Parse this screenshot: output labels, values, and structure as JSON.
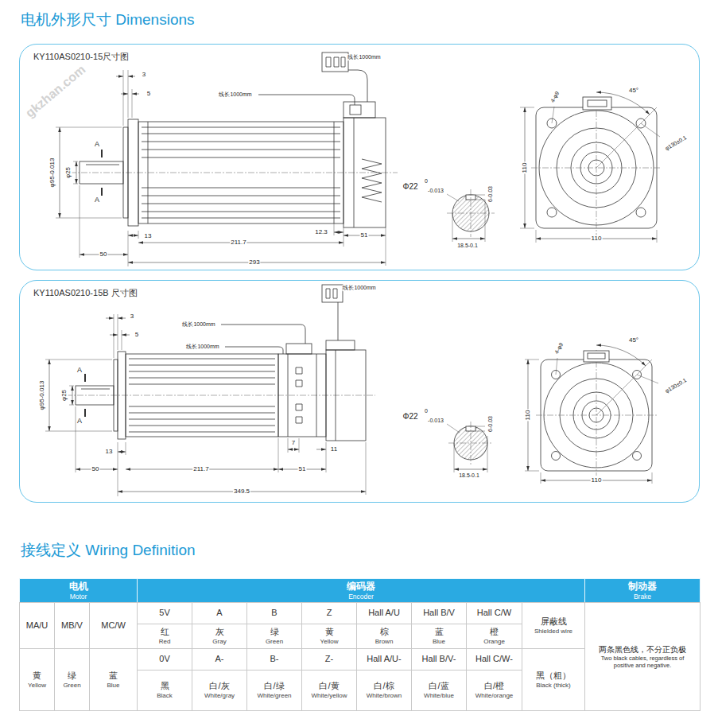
{
  "diagram": {
    "title": "电机外形尺寸 Dimensions",
    "nodes": [
      {
        "text": [
          "KY110AS0210-15尺寸图"
        ]
      },
      {
        "text": [
          "KY110AS0210-15B 尺寸图"
        ]
      }
    ],
    "labels": [
      "接线定义 Wiring Definition",
      "3",
      "5",
      "A",
      "A",
      "φ25",
      "φ95-0.013",
      "线长1000mm",
      "线长1000mm",
      "13",
      "211.7",
      "12.3",
      "51",
      "50",
      "293",
      "Φ22",
      "0",
      "-0.013",
      "6-0.03",
      "18.5-0.1",
      "4-φ9",
      "45°",
      "φ130±0.1",
      "110",
      "110",
      "3",
      "5",
      "A",
      "A",
      "φ25",
      "φ95-0.013",
      "线长1000mm",
      "线长1000mm",
      "线长1000mm",
      "13",
      "211.7",
      "7",
      "11",
      "51",
      "50",
      "349.5",
      "Φ22",
      "0",
      "-0.013",
      "6-0.03",
      "18.5-0.1",
      "4-φ9",
      "45°",
      "φ130±0.1",
      "110",
      "110",
      "gkzhan.com",
      "gkzhan.com",
      "电机",
      "Motor",
      "编码器",
      "Encoder",
      "制动器",
      "Brake",
      "MA/U",
      "MB/V",
      "MC/W",
      "5V",
      "A",
      "B",
      "Z",
      "Hall A/U",
      "Hall B/V",
      "Hall C/W",
      "屏蔽线",
      "Shielded wire",
      "两条黑色线，不分正负极",
      "Two black cables, regardless of positive and negative.",
      "红",
      "Red",
      "灰",
      "Gray",
      "绿",
      "Green",
      "黄",
      "Yellow",
      "棕",
      "Brown",
      "蓝",
      "Blue",
      "橙",
      "Orange",
      "黄",
      "Yellow",
      "绿",
      "Green",
      "蓝",
      "Blue",
      "0V",
      "A-",
      "B-",
      "Z-",
      "Hall A/U-",
      "Hall B/V-",
      "Hall C/W-",
      "黑（粗）",
      "Black (thick)",
      "黑",
      "Black",
      "白/灰",
      "White/gray",
      "白/绿",
      "White/green",
      "白/黄",
      "White/yellow",
      "白/棕",
      "White/brown",
      "白/蓝",
      "White/blue",
      "白/橙",
      "White/orange"
    ]
  }
}
